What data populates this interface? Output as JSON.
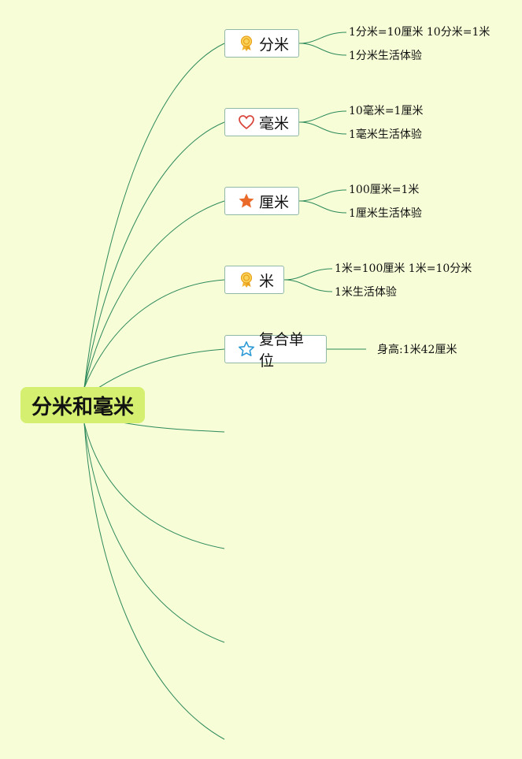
{
  "root": {
    "label": "分米和毫米"
  },
  "topics": [
    {
      "label": "分米",
      "icon": "award-ribbon-icon",
      "icon_color": "#f2b632",
      "children": [
        "1分米=10厘米 10分米=1米",
        "1分米生活体验"
      ]
    },
    {
      "label": "毫米",
      "icon": "heart-icon",
      "icon_color": "#d9453b",
      "children": [
        "10毫米=1厘米",
        "1毫米生活体验"
      ]
    },
    {
      "label": "厘米",
      "icon": "star-filled-icon",
      "icon_color": "#ea6a2a",
      "children": [
        "100厘米=1米",
        "1厘米生活体验"
      ]
    },
    {
      "label": "米",
      "icon": "award-ribbon-icon",
      "icon_color": "#f2b632",
      "children": [
        "1米=100厘米 1米=10分米",
        "1米生活体验"
      ]
    },
    {
      "label": "复合单位",
      "icon": "star-outline-icon",
      "icon_color": "#2d9ad6",
      "children": [
        "身高:1米42厘米"
      ]
    }
  ],
  "colors": {
    "background": "#f7fdd6",
    "root_fill": "#d5f070",
    "edge": "#2e8a5c",
    "topic_border": "#8fb8a6"
  }
}
